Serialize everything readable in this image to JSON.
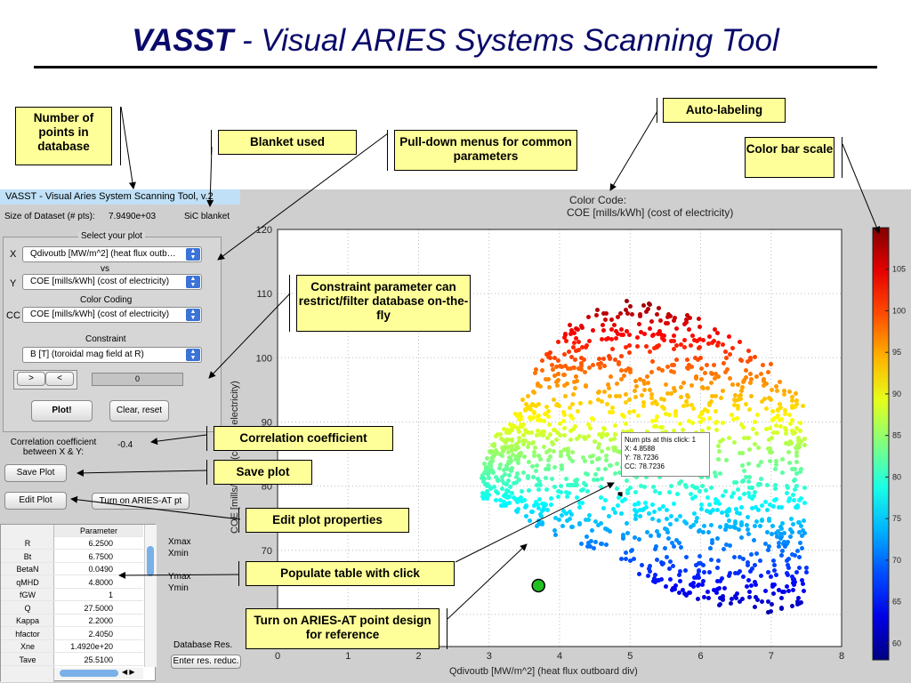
{
  "slide": {
    "title_bold": "VASST",
    "title_rest": " - Visual ARIES Systems Scanning Tool"
  },
  "callouts": {
    "num_points": "Number of points in database",
    "blanket": "Blanket used",
    "pulldown": "Pull-down menus for common parameters",
    "autolabel": "Auto-labeling",
    "colorbar": "Color bar scale",
    "constraint": "Constraint parameter can restrict/filter database on-the-fly",
    "correlation": "Correlation coefficient",
    "save": "Save plot",
    "edit": "Edit plot properties",
    "populate": "Populate table with click",
    "turn_on": "Turn on ARIES-AT point design for reference"
  },
  "app": {
    "window_title": "VASST - Visual Aries System Scanning Tool, v.2",
    "dataset_label": "Size of Dataset (# pts):",
    "dataset_value": "7.9490e+03",
    "blanket_value": "SiC blanket",
    "select_plot_label": "Select your plot",
    "x_label": "X",
    "x_value": "Qdivoutb [MW/m^2] (heat flux outb…",
    "vs_label": "vs",
    "y_label": "Y",
    "y_value": "COE [mills/kWh] (cost of electricity)",
    "color_coding_label": "Color Coding",
    "cc_label": "CC",
    "cc_value": "COE [mills/kWh] (cost of electricity)",
    "constraint_label": "Constraint",
    "constraint_value": "B [T] (toroidal mag field at R)",
    "next_btn": ">",
    "prev_btn": "<",
    "slider_value": "0",
    "plot_btn": "Plot!",
    "clear_btn": "Clear, reset",
    "corr_label": "Correlation coefficient between X & Y:",
    "corr_value": "-0.4",
    "save_btn": "Save Plot",
    "edit_btn": "Edit Plot",
    "turn_on_btn": "Turn on ARIES-AT pt",
    "xmax_label": "Xmax",
    "xmin_label": "Xmin",
    "ymax_label": "Ymax",
    "ymin_label": "Ymin",
    "db_res_label": "Database Res.",
    "enter_res_btn": "Enter res. reduc.",
    "table_header": "Parameter",
    "table_rows": [
      {
        "name": "R",
        "value": "6.2500"
      },
      {
        "name": "Bt",
        "value": "6.7500"
      },
      {
        "name": "BetaN",
        "value": "0.0490"
      },
      {
        "name": "qMHD",
        "value": "4.8000"
      },
      {
        "name": "fGW",
        "value": "1"
      },
      {
        "name": "Q",
        "value": "27.5000"
      },
      {
        "name": "Kappa",
        "value": "2.2000"
      },
      {
        "name": "hfactor",
        "value": "2.4050"
      },
      {
        "name": "Xne",
        "value": "1.4920e+20"
      },
      {
        "name": "Tave",
        "value": "25.5100"
      }
    ]
  },
  "plot": {
    "cc_title_1": "Color Code:",
    "cc_title_2": "COE [mills/kWh] (cost of electricity)",
    "xlabel": "Qdivoutb [MW/m^2] (heat flux outboard div)",
    "ylabel": "COE [mills/kWh] (cost of electricity)",
    "tooltip": [
      "Num pts at this click: 1",
      "X: 4.8588",
      "Y: 78.7236",
      "CC: 78.7236"
    ]
  },
  "chart_data": {
    "type": "scatter",
    "xlim": [
      0,
      8
    ],
    "ylim": [
      55,
      120
    ],
    "x_ticks": [
      0,
      1,
      2,
      3,
      4,
      5,
      6,
      7,
      8
    ],
    "y_ticks": [
      60,
      70,
      80,
      90,
      100,
      110,
      120
    ],
    "grid": true,
    "point_count": "7.9490e+03",
    "selected_point": {
      "x": 4.8588,
      "y": 78.7236
    },
    "reference_point": {
      "x": 3.7,
      "y": 64.5,
      "color": "#22c022"
    },
    "colorbar": {
      "min": 58,
      "max": 110,
      "ticks": [
        60,
        65,
        70,
        75,
        80,
        85,
        90,
        95,
        100,
        105
      ],
      "colormap": "jet"
    },
    "cloud_envelope": [
      {
        "x": 2.9,
        "ymin": 78,
        "ymax": 85
      },
      {
        "x": 3.4,
        "ymin": 76,
        "ymax": 92
      },
      {
        "x": 3.6,
        "ymin": 74,
        "ymax": 97
      },
      {
        "x": 4.0,
        "ymin": 72,
        "ymax": 104
      },
      {
        "x": 4.5,
        "ymin": 70,
        "ymax": 108
      },
      {
        "x": 5.0,
        "ymin": 67,
        "ymax": 109
      },
      {
        "x": 5.5,
        "ymin": 64,
        "ymax": 108
      },
      {
        "x": 6.0,
        "ymin": 62,
        "ymax": 106
      },
      {
        "x": 6.5,
        "ymin": 61,
        "ymax": 103
      },
      {
        "x": 7.0,
        "ymin": 60,
        "ymax": 99
      },
      {
        "x": 7.5,
        "ymin": 62,
        "ymax": 93
      }
    ]
  }
}
